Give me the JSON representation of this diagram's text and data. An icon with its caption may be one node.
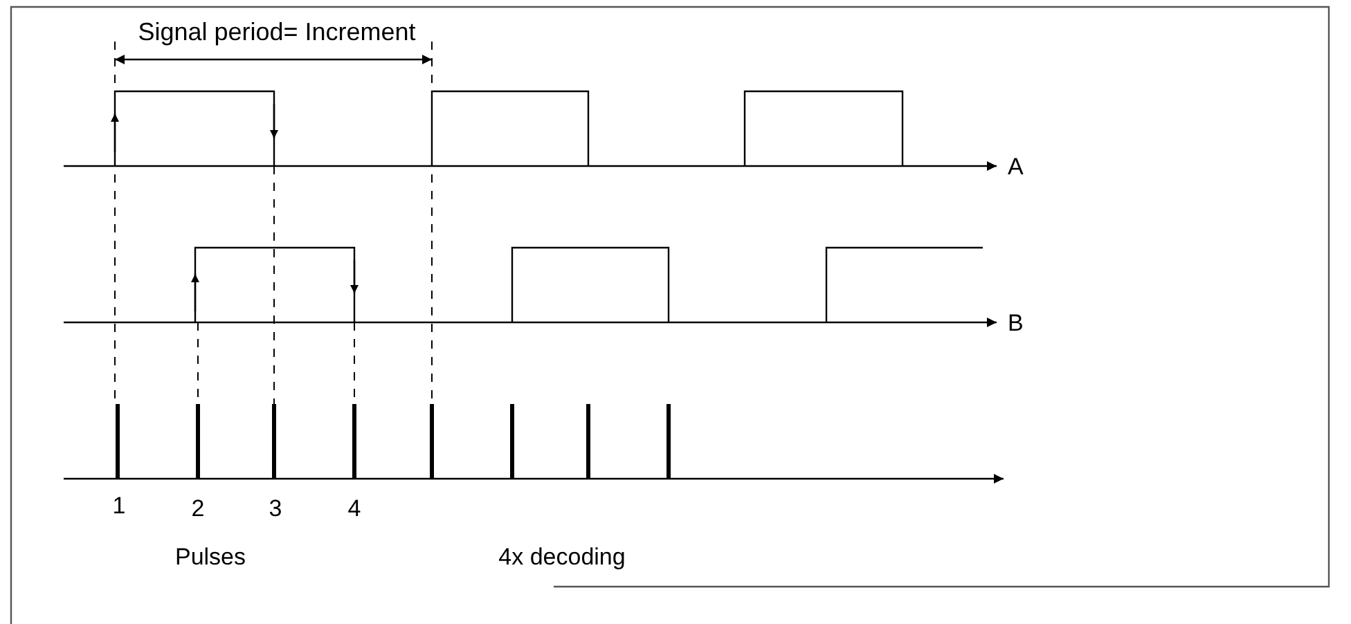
{
  "diagram": {
    "labels": [
      "Signal period= Increment",
      "A",
      "B",
      "1",
      "2",
      "3",
      "4",
      "Pulses",
      "4x decoding"
    ]
  }
}
